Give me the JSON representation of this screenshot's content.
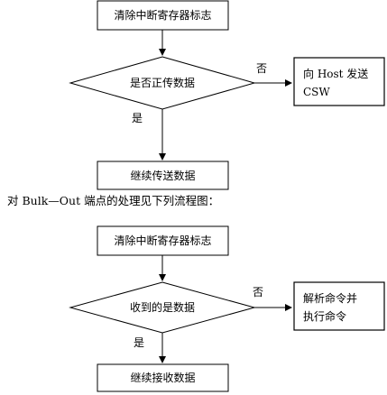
{
  "flowchart_1": {
    "step_clear": "清除中断寄存器标志",
    "decision": "是否正传数据",
    "no_label": "否",
    "yes_label": "是",
    "no_action_line1": "向 Host 发送",
    "no_action_line2": "CSW",
    "yes_action": "继续传送数据"
  },
  "caption": "对 Bulk—Out 端点的处理见下列流程图：",
  "flowchart_2": {
    "step_clear": "清除中断寄存器标志",
    "decision": "收到的是数据",
    "no_label": "否",
    "yes_label": "是",
    "no_action_line1": "解析命令并",
    "no_action_line2": "执行命令",
    "yes_action": "继续接收数据"
  }
}
